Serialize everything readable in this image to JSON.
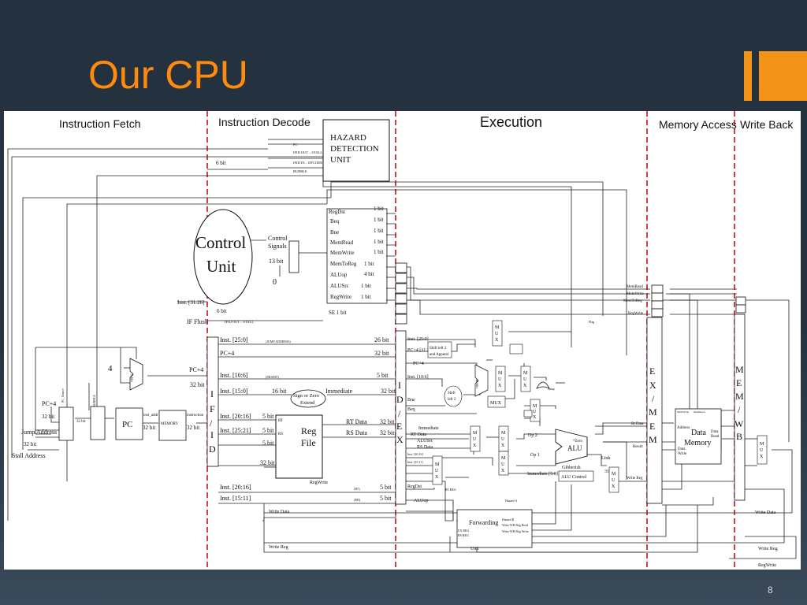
{
  "slide": {
    "title": "Our CPU",
    "page_number": "8",
    "colors": {
      "title": "#ff8a10",
      "accent": "#f39318",
      "background": "#26333f"
    }
  },
  "stages": {
    "fetch": "Instruction Fetch",
    "decode": "Instruction Decode",
    "execute": "Execution",
    "memory": "Memory Access",
    "writeback": "Write Back"
  },
  "hazard_unit": {
    "lines": [
      "HAZARD",
      "DETECTION",
      "UNIT"
    ],
    "signals": [
      "PC",
      "IFID OUT – STALL",
      "IFID IN – DFCODE",
      "BUBBLE"
    ],
    "width_label": "6 bit"
  },
  "control_unit": {
    "lines": [
      "Control",
      "Unit"
    ],
    "signals_label": [
      "Control",
      "Signals"
    ],
    "signals_width": "13 bit",
    "mux_zero": "0",
    "inst_label": "Inst. [31:26]",
    "if_flush_width": "6 bit",
    "if_flush": "IF Flush",
    "stall_label": "IFID OUT – STALL",
    "se_label": "SE 1 bit"
  },
  "control_signals": [
    {
      "name": "RegDst",
      "bits": "1 bit"
    },
    {
      "name": "Beq",
      "bits": "1 bit"
    },
    {
      "name": "Bne",
      "bits": "1 bit"
    },
    {
      "name": "MemRead",
      "bits": "1 bit"
    },
    {
      "name": "MemWrite",
      "bits": "1 bit"
    },
    {
      "name": "MemToReg",
      "bits": "1 bit"
    },
    {
      "name": "ALUop",
      "bits": "4 bit"
    },
    {
      "name": "ALUSrc",
      "bits": "1 bit"
    },
    {
      "name": "RegWrite",
      "bits": "1 bit"
    }
  ],
  "fetch": {
    "adder_const": "4",
    "adder_label": "Adder",
    "pc_plus4": "PC+4",
    "width_32": "32 bit",
    "pc_source": "PC_Source",
    "bubble": "BUBBLE",
    "jump_address": "Jump Address",
    "stall_address": "Stall Address",
    "pc": "PC",
    "inst_addr": "inst_addr",
    "memory": "MEMORY",
    "instruction": "instruction",
    "pc4_left": "PC+4"
  },
  "ifid": {
    "letters": [
      "I",
      "F",
      "/",
      "I",
      "D"
    ],
    "fields": [
      {
        "label": "Inst. [25:0]",
        "tag": "(JUMP ADDRESS)",
        "bits": "26 bit"
      },
      {
        "label": "PC+4",
        "tag": "",
        "bits": "32 bit"
      },
      {
        "label": "Inst. [10:6]",
        "tag": "(SHAMT)",
        "bits": "5 bit"
      },
      {
        "label": "Inst. [15:0]",
        "tag": "",
        "bits": "16 bit"
      },
      {
        "label": "Inst. [20:16]",
        "tag": "",
        "bits": "5 bit"
      },
      {
        "label": "Inst. [25:21]",
        "tag": "",
        "bits": "5 bit"
      },
      {
        "label": "Inst. [20:16]",
        "tag": "(RT)",
        "bits": "5 bit"
      },
      {
        "label": "Inst. [15:11]",
        "tag": "(RD)",
        "bits": "5 bit"
      }
    ],
    "sign_extend": [
      "Sign or Zero",
      "Extend"
    ],
    "immediate": "Immediate",
    "imm_bits": "32 bit"
  },
  "reg_file": {
    "lines": [
      "Reg",
      "File"
    ],
    "rt": "RT",
    "rs": "RS",
    "rt_data": "RT Data",
    "rs_data": "RS Data",
    "rt_bits": "32 bit",
    "rs_bits": "32 bit",
    "wr_bits": "5 bit",
    "wd_bits": "32 bit",
    "reg_write": "RegWrite",
    "write_data": "Write Data",
    "write_reg": "Write Reg"
  },
  "idex": {
    "letters": [
      "I",
      "D",
      "/",
      "E",
      "X"
    ],
    "labels": [
      "Inst. [25:0]",
      "PC+4 [31:28]",
      "PC+4",
      "Inst. [10:6]",
      "Bne",
      "Beq",
      "Immediate",
      "RT Data",
      "ALUSrc",
      "RS Data",
      "Inst. [20:16]",
      "Inst. [15:11]",
      "RegDst",
      "RT REG",
      "ALUop"
    ]
  },
  "execute": {
    "shift_append": [
      "Shift left 2",
      "and Append"
    ],
    "shift2": [
      "Shift",
      "left 2"
    ],
    "adder": "Adder",
    "mux": "MUX",
    "flag": "Flag",
    "op1": "Op 1",
    "op2": "Op 2",
    "alu": "ALU",
    "zero": "*Zero",
    "gibberish": "Gibberish",
    "alu_control": "ALU Control",
    "immediate": "Immediate [5:0]",
    "jump": "Jump",
    "link": "Link",
    "bits_31": "31",
    "forwarding": "Forwarding",
    "forwarding_unit": "Unit",
    "hazard_a": "Hazard A",
    "hazard_b": "Hazard B",
    "fwd_sigs": [
      "Write WB Reg Read",
      "Write WB Reg Write"
    ],
    "ex_reg": "EX REG",
    "rs_reg": "RS REG"
  },
  "exmem": {
    "letters": [
      "E",
      "X",
      "/",
      "M",
      "E",
      "M"
    ],
    "in_labels": [
      "MemRead",
      "MemWrite",
      "MemToReg",
      "RegWrite"
    ],
    "rt_data": "Rt Data",
    "result": "Result",
    "write_reg": "Write Reg"
  },
  "data_memory": {
    "top": [
      "MemWrite",
      "MemRead"
    ],
    "lines": [
      "Data",
      "Memory"
    ],
    "address": "Address",
    "data_read": [
      "Data",
      "Read"
    ],
    "data_write": [
      "Data",
      "Write"
    ]
  },
  "memwb": {
    "letters": [
      "M",
      "E",
      "M",
      "/",
      "W",
      "B"
    ],
    "write_data": "Write Data",
    "write_reg": "Write Reg",
    "reg_write": "RegWrite"
  },
  "mux_letters": [
    "M",
    "U",
    "X"
  ]
}
